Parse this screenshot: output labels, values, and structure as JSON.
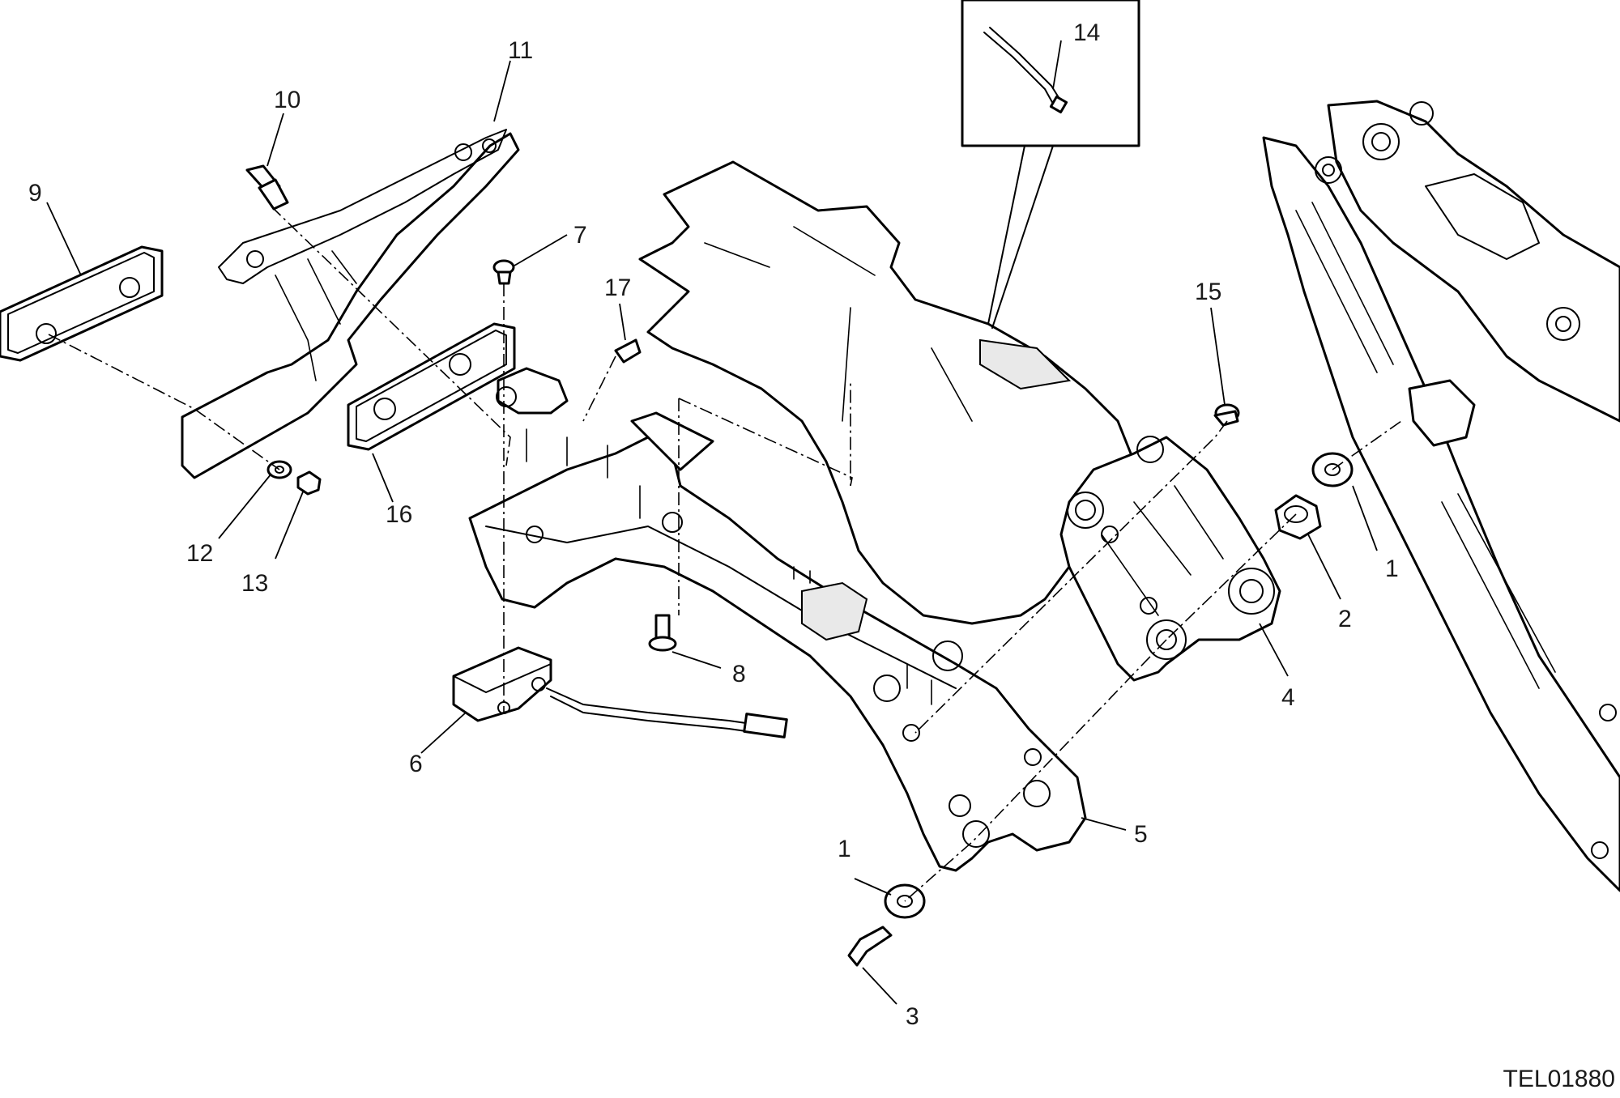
{
  "callouts": [
    {
      "id": "c1a",
      "text": "1"
    },
    {
      "id": "c1b",
      "text": "1"
    },
    {
      "id": "c2",
      "text": "2"
    },
    {
      "id": "c3",
      "text": "3"
    },
    {
      "id": "c4",
      "text": "4"
    },
    {
      "id": "c5",
      "text": "5"
    },
    {
      "id": "c6",
      "text": "6"
    },
    {
      "id": "c7",
      "text": "7"
    },
    {
      "id": "c8",
      "text": "8"
    },
    {
      "id": "c9",
      "text": "9"
    },
    {
      "id": "c10",
      "text": "10"
    },
    {
      "id": "c11",
      "text": "11"
    },
    {
      "id": "c12",
      "text": "12"
    },
    {
      "id": "c13",
      "text": "13"
    },
    {
      "id": "c14",
      "text": "14"
    },
    {
      "id": "c15",
      "text": "15"
    },
    {
      "id": "c16",
      "text": "16"
    },
    {
      "id": "c17",
      "text": "17"
    }
  ],
  "drawing_code": "TEL01880"
}
